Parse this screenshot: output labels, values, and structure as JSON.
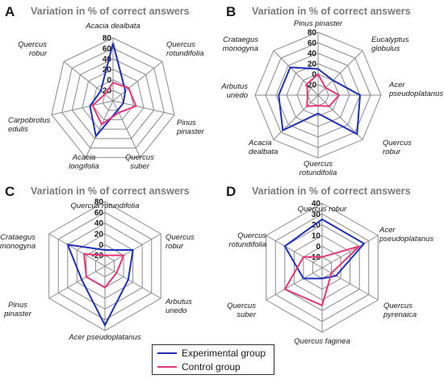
{
  "chart_data": [
    {
      "letter": "A",
      "title": "Variation in % of correct answers",
      "type": "radar",
      "ticks": [
        "80",
        "60",
        "40",
        "20",
        "0",
        "-20"
      ],
      "rmin": -40,
      "rmax": 80,
      "categories": [
        "Acacia dealbata",
        "Quercus rotundifolia",
        "Pinus pinaster",
        "Quercus suber",
        "Acacia longifolia",
        "Carpobrotus edulis",
        "Quercus robur"
      ],
      "series": [
        {
          "name": "Experimental group",
          "color": "#1f2fb8",
          "values": [
            70,
            -10,
            -20,
            -20,
            35,
            5,
            -10
          ]
        },
        {
          "name": "Control group",
          "color": "#e8357a",
          "values": [
            -5,
            -2,
            5,
            -15,
            10,
            0,
            -20
          ]
        }
      ]
    },
    {
      "letter": "B",
      "title": "Variation in % of correct answers",
      "type": "radar",
      "ticks": [
        "80",
        "60",
        "40",
        "20",
        "0",
        "-20"
      ],
      "rmin": -40,
      "rmax": 80,
      "categories": [
        "Pinus pinaster",
        "Eucalyptus globulus",
        "Acer pseudoplatanus",
        "Quercus robur",
        "Quercus rotundifolia",
        "Acacia dealbata",
        "Arbutus unedo",
        "Crataegus monogyna"
      ],
      "series": [
        {
          "name": "Experimental group",
          "color": "#1f2fb8",
          "values": [
            10,
            0,
            40,
            65,
            -5,
            55,
            35,
            35
          ]
        },
        {
          "name": "Control group",
          "color": "#e8357a",
          "values": [
            0,
            -20,
            0,
            -10,
            -20,
            -10,
            -20,
            -10
          ]
        }
      ]
    },
    {
      "letter": "C",
      "title": "Variation in % of correct answers",
      "type": "radar",
      "ticks": [
        "80",
        "60",
        "40",
        "20",
        "0",
        "-20"
      ],
      "rmin": -40,
      "rmax": 80,
      "categories": [
        "Quercus rotundifolia",
        "Quercus robur",
        "Arbutus unedo",
        "Acer pseudoplatanus",
        "Pinus pinaster",
        "Crataegus monogyna"
      ],
      "series": [
        {
          "name": "Experimental group",
          "color": "#1f2fb8",
          "values": [
            -10,
            20,
            10,
            70,
            10,
            40
          ]
        },
        {
          "name": "Control group",
          "color": "#e8357a",
          "values": [
            -20,
            0,
            -15,
            0,
            0,
            5
          ]
        }
      ]
    },
    {
      "letter": "D",
      "title": "Variation in % of correct answers",
      "type": "radar",
      "ticks": [
        "40",
        "30",
        "20",
        "10",
        "0",
        "-10"
      ],
      "rmin": -20,
      "rmax": 40,
      "categories": [
        "Quercus robur",
        "Acer pseudoplatanus",
        "Quercus pyrenaica",
        "Quercus faginea",
        "Quercus suber",
        "Quercus rotundifolia"
      ],
      "series": [
        {
          "name": "Experimental group",
          "color": "#1f2fb8",
          "values": [
            25,
            25,
            -5,
            -10,
            0,
            20
          ]
        },
        {
          "name": "Control group",
          "color": "#e8357a",
          "values": [
            -10,
            20,
            -10,
            15,
            20,
            0
          ]
        }
      ]
    }
  ],
  "legend": {
    "items": [
      {
        "label": "Experimental group",
        "color": "#1f2fb8"
      },
      {
        "label": "Control group",
        "color": "#e8357a"
      }
    ]
  }
}
